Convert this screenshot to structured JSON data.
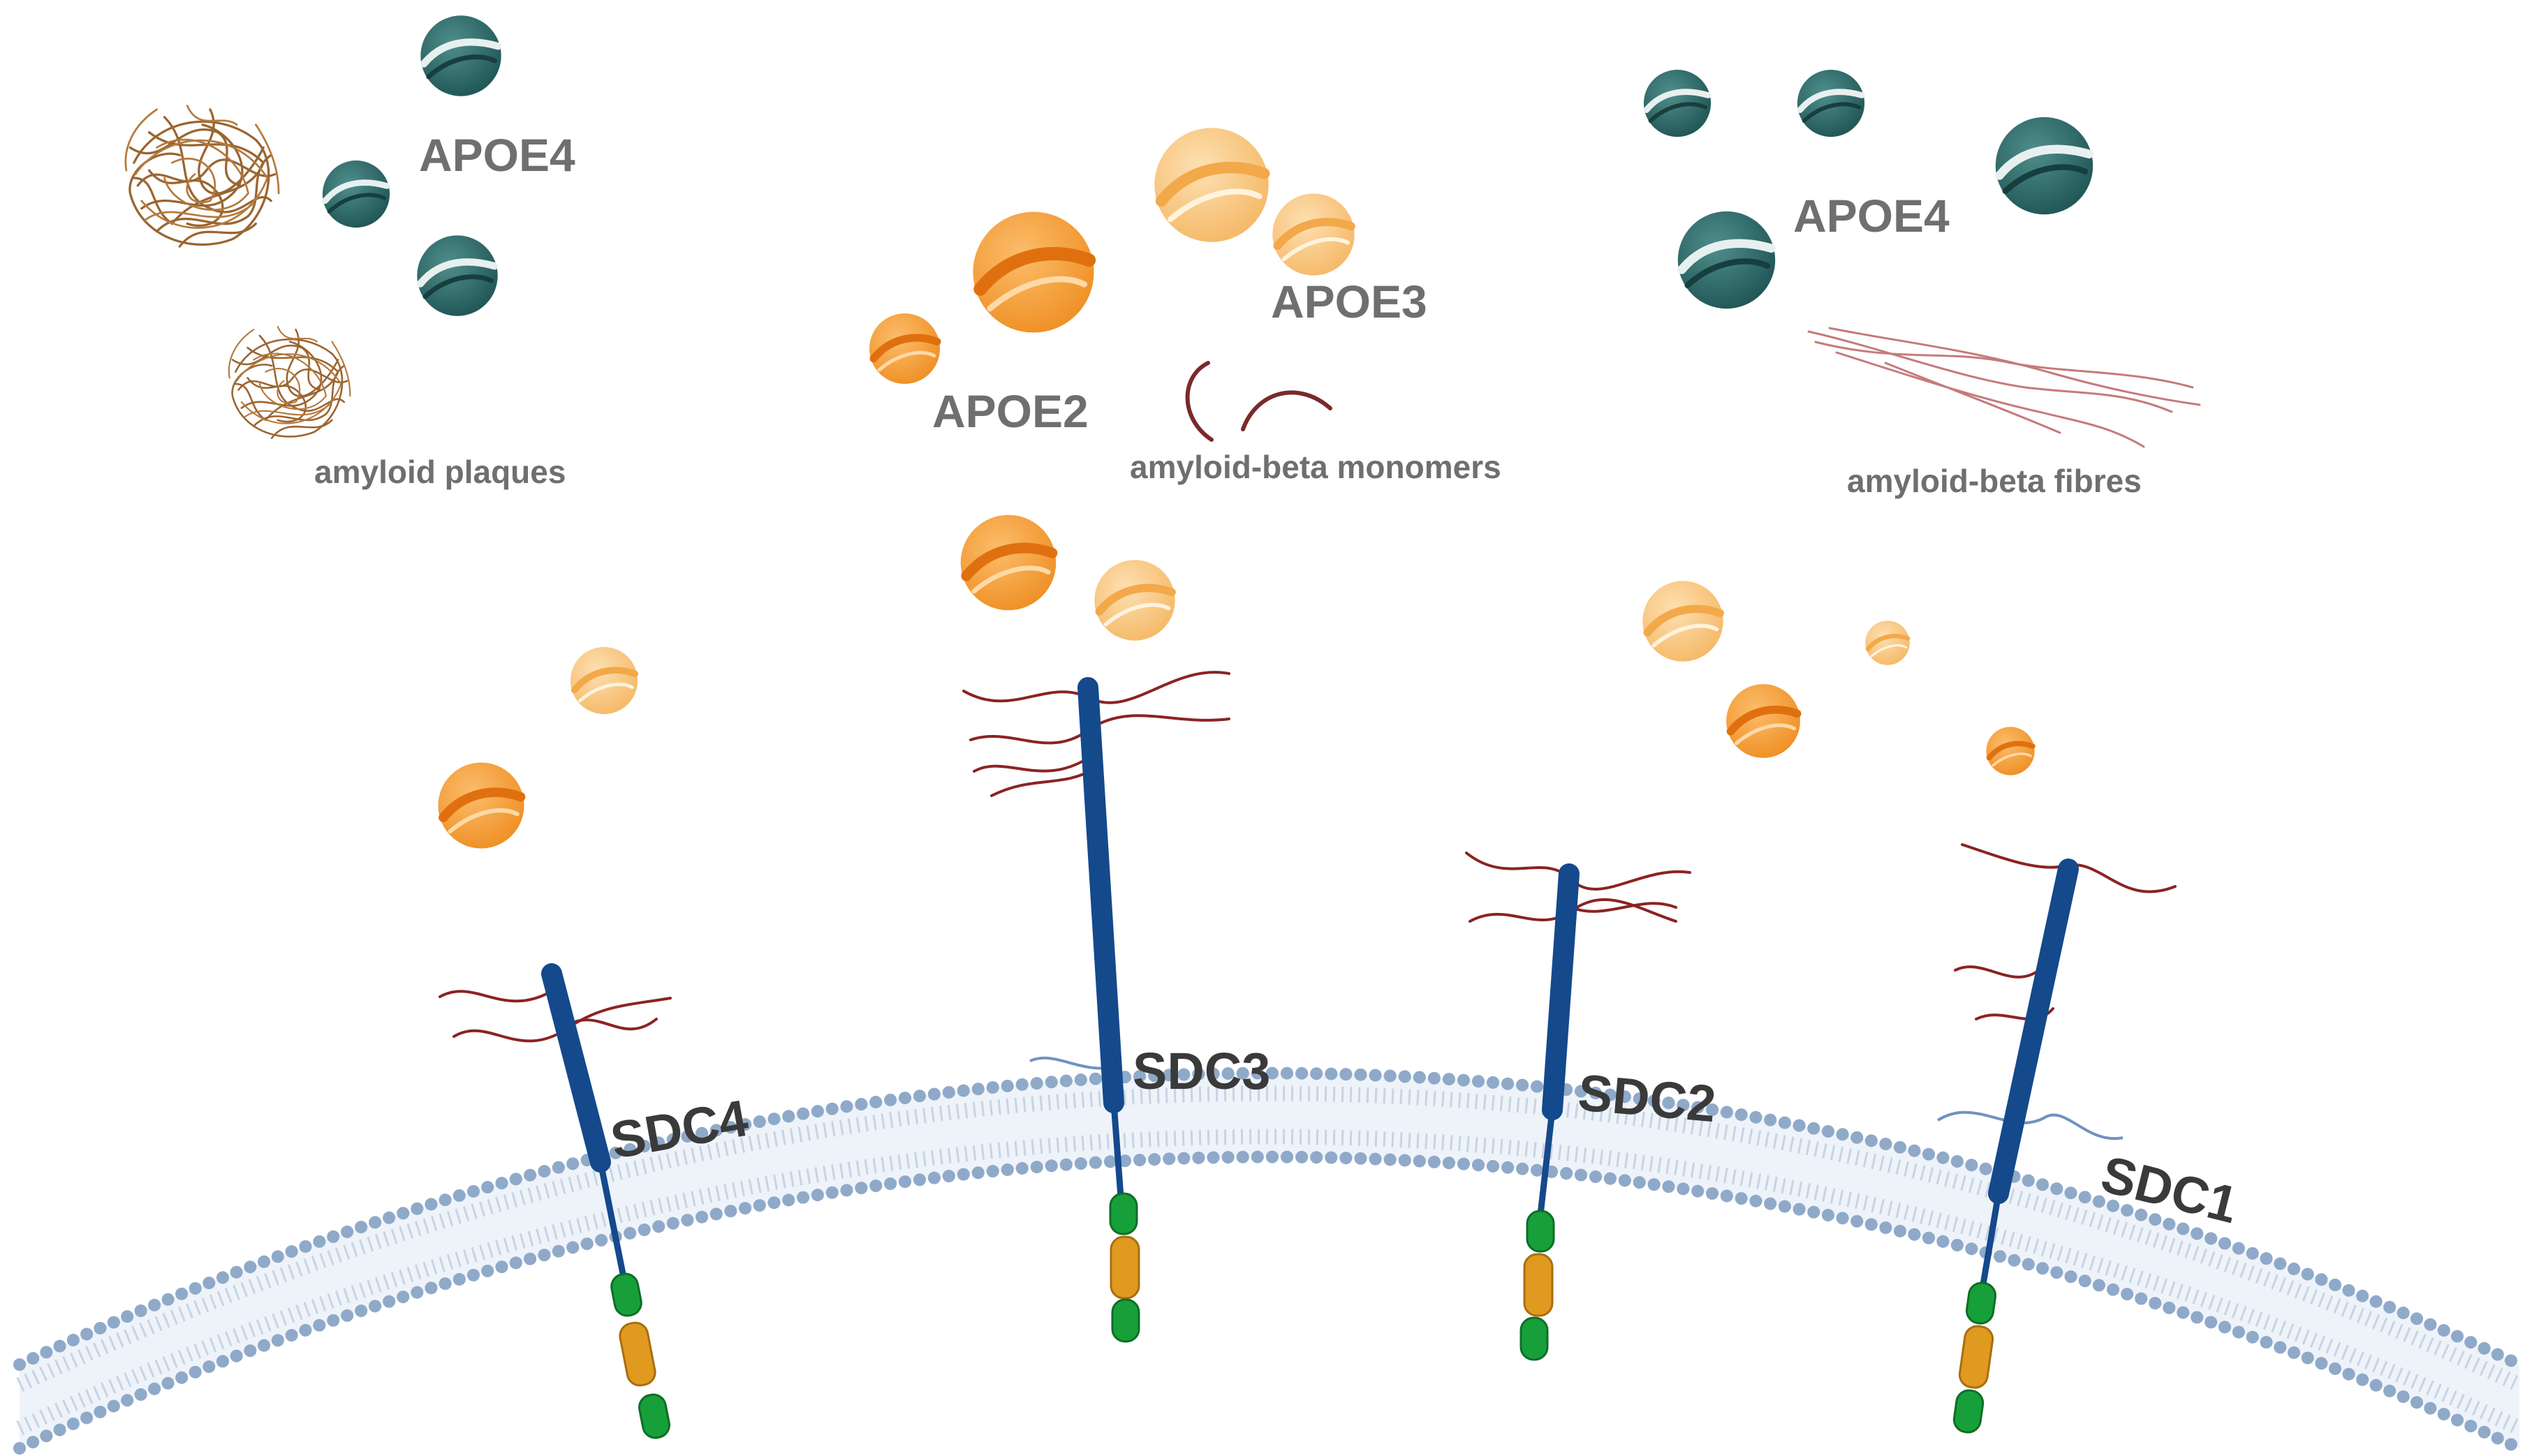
{
  "labels": {
    "apoe4_left": "APOE4",
    "apoe4_right": "APOE4",
    "apoe3": "APOE3",
    "apoe2": "APOE2",
    "amyloid_plaques": "amyloid plaques",
    "amyloid_beta_monomers": "amyloid-beta monomers",
    "amyloid_beta_fibres": "amyloid-beta fibres",
    "sdc4": "SDC4",
    "sdc3": "SDC3",
    "sdc2": "SDC2",
    "sdc1": "SDC1"
  },
  "colors": {
    "apoe4": "#2c6b6a",
    "apoe3": "#f8c27a",
    "apoe2": "#f59a33",
    "syndecan_core": "#14498c",
    "heparan_sulfate": "#8b2323",
    "chondroitin_sulfate": "#6f93c2",
    "membrane_head": "#8fa9c9",
    "domain_green": "#17a03a",
    "domain_orange": "#df9a1f",
    "amyloid": "#9a6530"
  }
}
